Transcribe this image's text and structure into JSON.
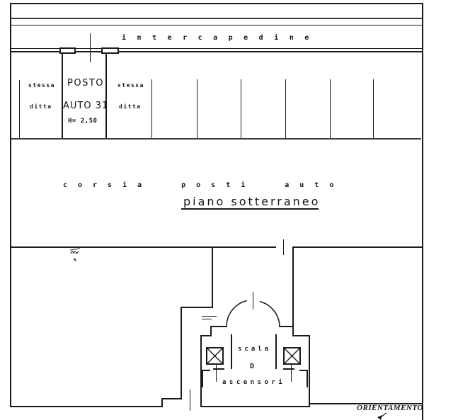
{
  "drawing": {
    "intercapedine": "intercapedine",
    "stall_left": {
      "l1": "stessa",
      "l2": "ditta"
    },
    "stall_center": {
      "l1": "POSTO",
      "l2": "AUTO 31",
      "l3": "H= 2,50"
    },
    "stall_right": {
      "l1": "stessa",
      "l2": "ditta"
    },
    "corsia": "corsia posti auto",
    "floor": "piano sotterraneo",
    "core": {
      "scala": "scala",
      "letter": "D",
      "ascensori": "ascensori"
    },
    "orientation": "ORIENTAMENTO"
  },
  "colors": {
    "ink": "#1a1a1a",
    "paper": "#ffffff"
  }
}
